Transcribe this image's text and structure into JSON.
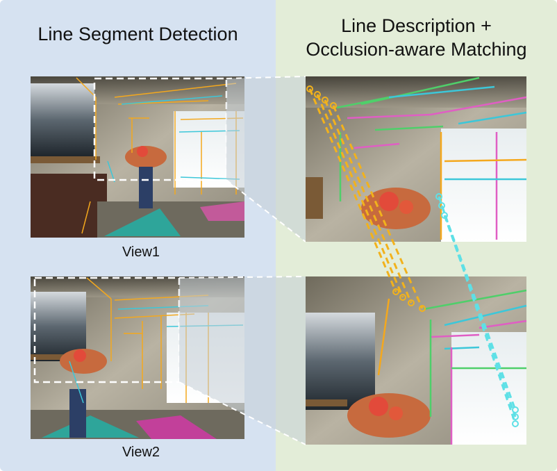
{
  "left_panel": {
    "title": "Line Segment Detection",
    "view1_label": "View1",
    "view2_label": "View2"
  },
  "right_panel": {
    "title_line1": "Line Description +",
    "title_line2": "Occlusion-aware Matching"
  },
  "colors": {
    "left_bg": "#d6e2f1",
    "right_bg": "#e3edd8",
    "match_orange": "#f2b21c",
    "match_cyan": "#5ee0e6",
    "detected_line_orange": "#f4a81d",
    "detected_line_cyan": "#3cc7d9"
  },
  "icons": [
    "view1-photo",
    "view2-photo",
    "view1-crop-photo",
    "view2-crop-photo"
  ]
}
